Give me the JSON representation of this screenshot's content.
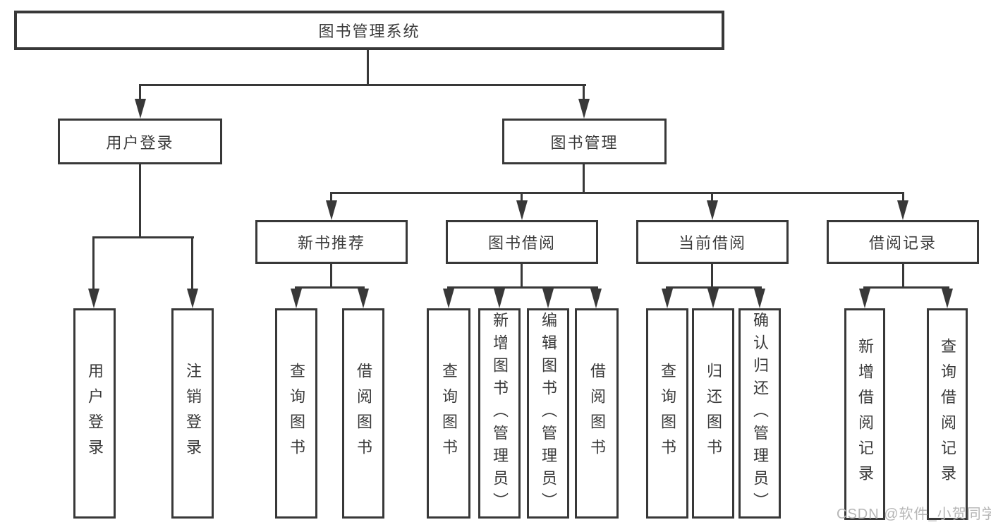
{
  "diagram_type": "hierarchy-tree",
  "watermark": "CSDN @软件_小贺同学",
  "colors": {
    "line": "#383838",
    "text": "#3a3a3a",
    "watermark": "#b6b6b6",
    "background": "#ffffff"
  },
  "tree": {
    "label": "图书管理系统",
    "children": [
      {
        "label": "用户登录",
        "children": [
          {
            "label": "用户登录"
          },
          {
            "label": "注销登录"
          }
        ]
      },
      {
        "label": "图书管理",
        "children": [
          {
            "label": "新书推荐",
            "children": [
              {
                "label": "查询图书"
              },
              {
                "label": "借阅图书"
              }
            ]
          },
          {
            "label": "图书借阅",
            "children": [
              {
                "label": "查询图书"
              },
              {
                "label": "新增图书（管理员）"
              },
              {
                "label": "编辑图书（管理员）"
              },
              {
                "label": "借阅图书"
              }
            ]
          },
          {
            "label": "当前借阅",
            "children": [
              {
                "label": "查询图书"
              },
              {
                "label": "归还图书"
              },
              {
                "label": "确认归还（管理员）"
              }
            ]
          },
          {
            "label": "借阅记录",
            "children": [
              {
                "label": "新增借阅记录"
              },
              {
                "label": "查询借阅记录"
              }
            ]
          }
        ]
      }
    ]
  }
}
